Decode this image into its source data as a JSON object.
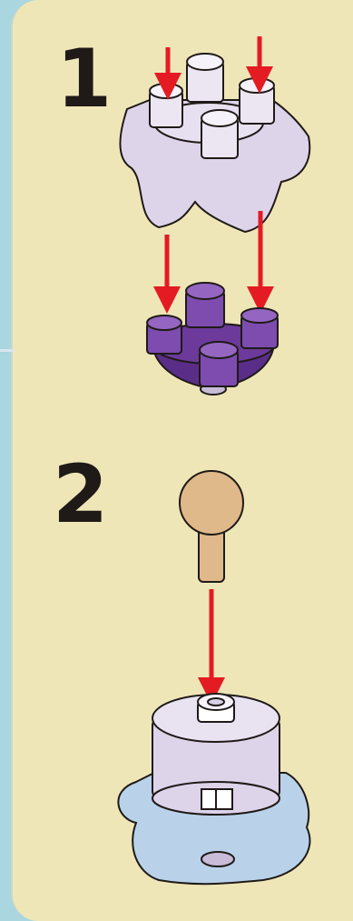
{
  "steps": [
    {
      "number": "1"
    },
    {
      "number": "2"
    }
  ],
  "colors": {
    "background": "#a9d6df",
    "panel": "#efe6b8",
    "number": "#1f1a17",
    "arrow": "#e41b23",
    "lavender_part": "#ddd4ea",
    "purple_part": "#6b3a9a",
    "peg": "#e0b98a",
    "blue_fabric": "#b9d2ea"
  },
  "icons": [
    "down-arrow-icon",
    "joint-assembly-illustration",
    "peg-illustration",
    "base-assembly-illustration"
  ]
}
